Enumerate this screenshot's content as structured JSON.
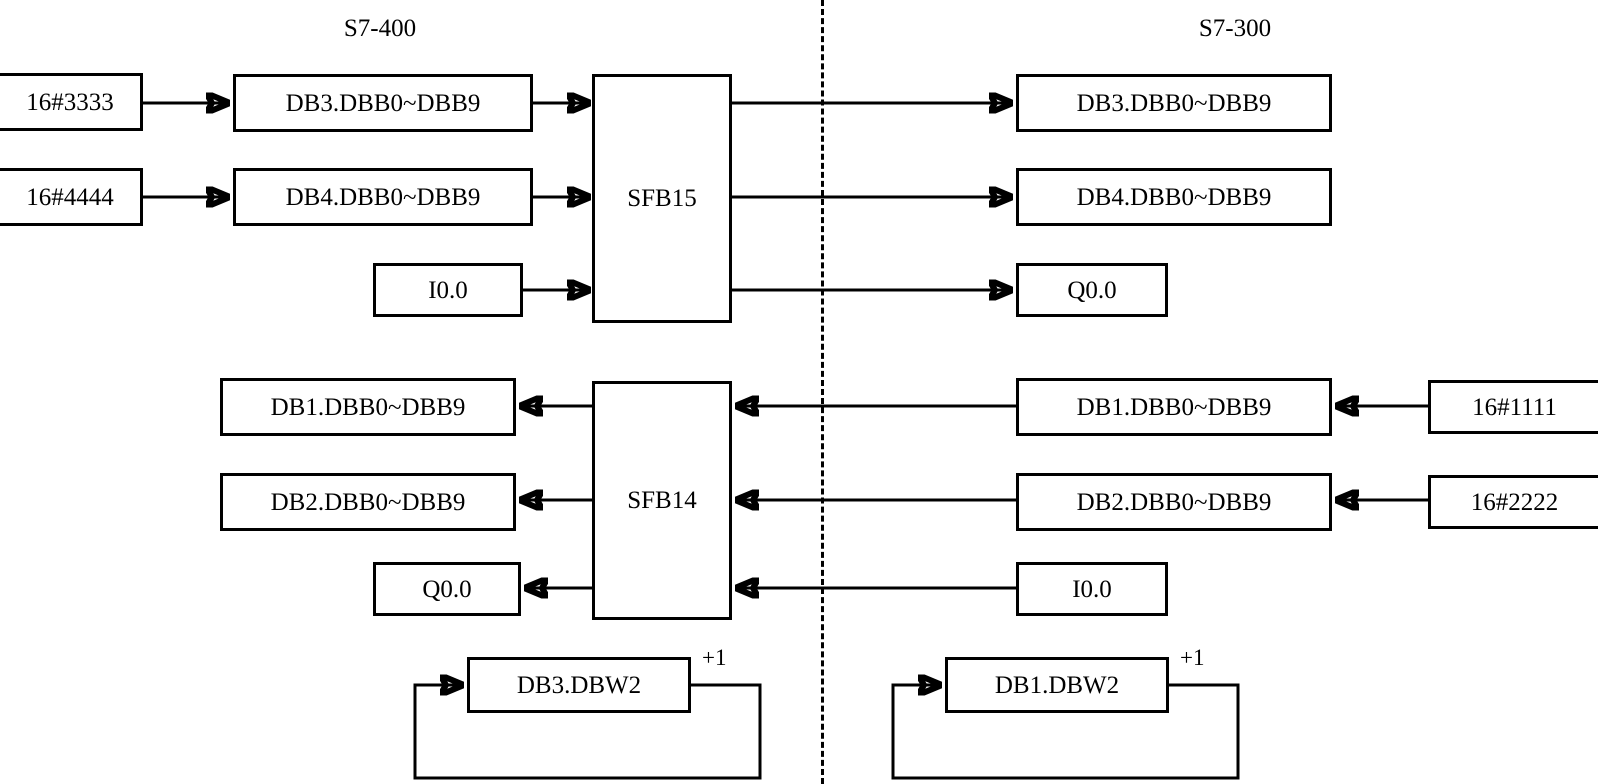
{
  "diagram": {
    "title_left": "S7-400",
    "title_right": "S7-300",
    "divider": "vertical-dashed-separator"
  },
  "left_panel": {
    "heading": "S7-400",
    "sources": [
      {
        "label": "16#3333"
      },
      {
        "label": "16#4444"
      }
    ],
    "send_buffers": [
      {
        "label": "DB3.DBB0~DBB9"
      },
      {
        "label": "DB4.DBB0~DBB9"
      }
    ],
    "send_bit": {
      "label": "I0.0"
    },
    "send_block": {
      "label": "SFB15"
    },
    "receive_buffers": [
      {
        "label": "DB1.DBB0~DBB9"
      },
      {
        "label": "DB2.DBB0~DBB9"
      }
    ],
    "receive_bit": {
      "label": "Q0.0"
    },
    "receive_block": {
      "label": "SFB14"
    },
    "counter": {
      "label": "DB3.DBW2",
      "increment": "+1"
    }
  },
  "right_panel": {
    "heading": "S7-300",
    "receive_buffers": [
      {
        "label": "DB3.DBB0~DBB9"
      },
      {
        "label": "DB4.DBB0~DBB9"
      }
    ],
    "receive_bit": {
      "label": "Q0.0"
    },
    "send_buffers": [
      {
        "label": "DB1.DBB0~DBB9"
      },
      {
        "label": "DB2.DBB0~DBB9"
      }
    ],
    "send_bit": {
      "label": "I0.0"
    },
    "sources": [
      {
        "label": "16#1111"
      },
      {
        "label": "16#2222"
      }
    ],
    "counter": {
      "label": "DB1.DBW2",
      "increment": "+1"
    }
  },
  "colors": {
    "stroke": "#000000",
    "fill": "#ffffff",
    "text": "#000000"
  }
}
